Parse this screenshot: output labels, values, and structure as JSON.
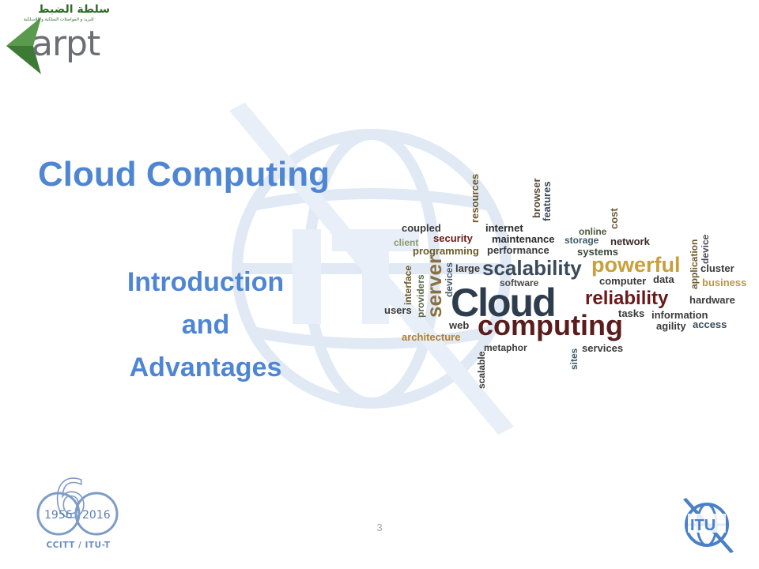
{
  "header": {
    "org_name_arabic": "سلطة الضبط",
    "org_subtitle_arabic": "للبريد و المواصلات السلكية و اللاسلكية",
    "org_logo_text": "arpt"
  },
  "slide": {
    "title": "Cloud Computing",
    "subtitle_lines": [
      "Introduction",
      "and",
      "Advantages"
    ],
    "page_number": "3"
  },
  "word_cloud": {
    "words": [
      "Cloud",
      "computing",
      "scalability",
      "powerful",
      "reliability",
      "server",
      "coupled",
      "security",
      "internet",
      "browser",
      "features",
      "resources",
      "maintenance",
      "online",
      "storage",
      "cost",
      "network",
      "client",
      "programming",
      "performance",
      "systems",
      "application",
      "device",
      "interface",
      "providers",
      "devices",
      "large",
      "software",
      "computer",
      "data",
      "cluster",
      "business",
      "hardware",
      "users",
      "web",
      "tasks",
      "information",
      "agility",
      "access",
      "architecture",
      "metaphor",
      "services",
      "scalable",
      "sites"
    ]
  },
  "footer": {
    "anniversary_years": [
      "1956",
      "2016"
    ],
    "anniversary_number": "6",
    "anniversary_caption": "CCITT / ITU-T",
    "itu_logo_text": "ITU"
  },
  "colors": {
    "title": "#4f86d3",
    "watermark": "#dbe6f3",
    "arpt_green": "#2f6b2a",
    "arpt_grey": "#6b6f73"
  }
}
